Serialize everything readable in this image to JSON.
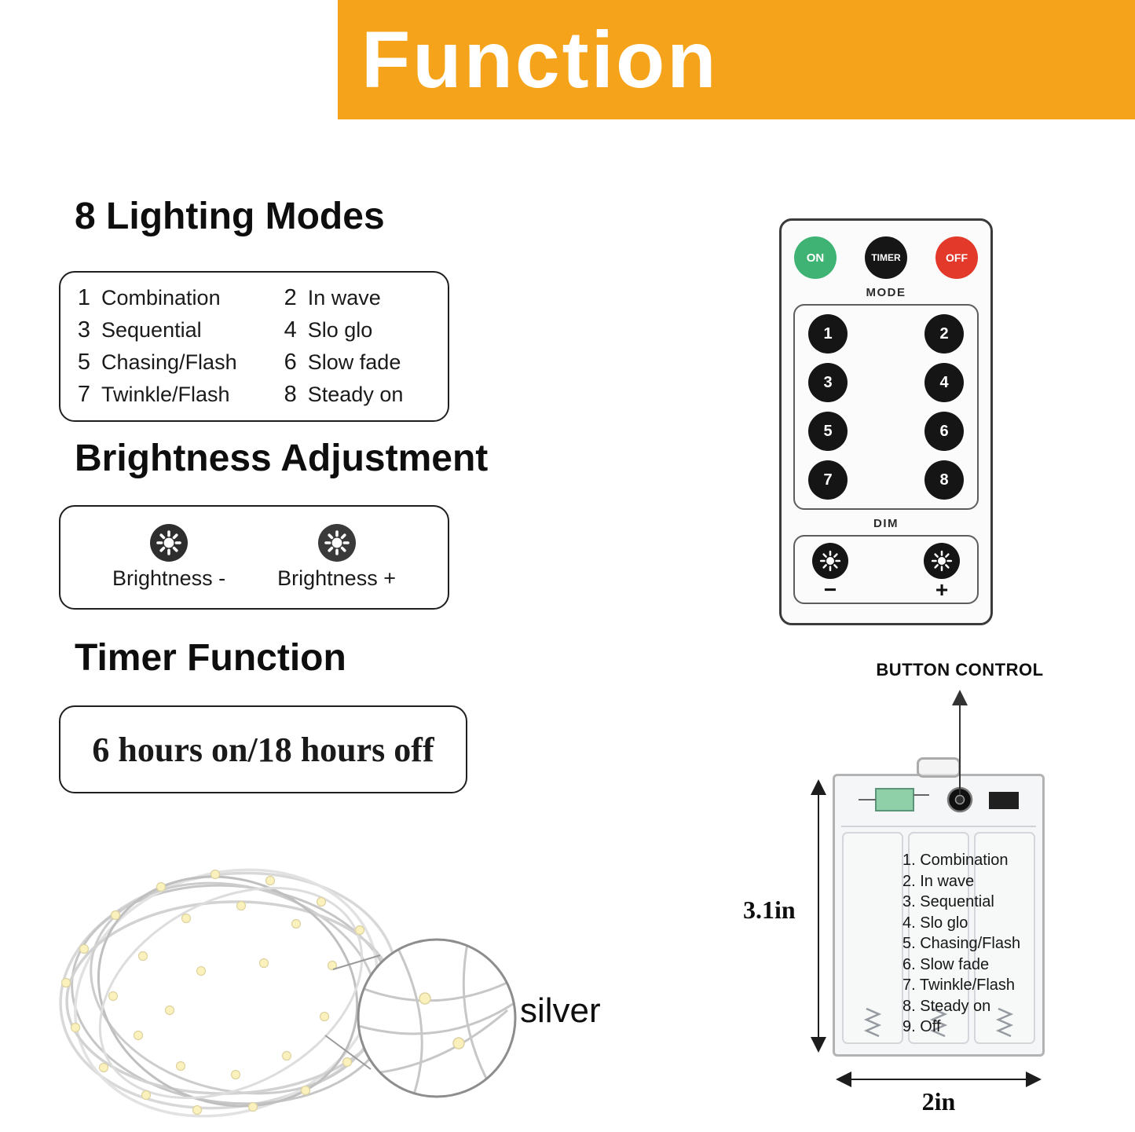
{
  "header": {
    "title": "Function",
    "banner_color": "#F5A31B"
  },
  "lighting": {
    "heading": "8 Lighting Modes",
    "modes": [
      {
        "num": "1",
        "label": "Combination"
      },
      {
        "num": "2",
        "label": "In wave"
      },
      {
        "num": "3",
        "label": "Sequential"
      },
      {
        "num": "4",
        "label": "Slo glo"
      },
      {
        "num": "5",
        "label": "Chasing/Flash"
      },
      {
        "num": "6",
        "label": "Slow fade"
      },
      {
        "num": "7",
        "label": "Twinkle/Flash"
      },
      {
        "num": "8",
        "label": "Steady on"
      }
    ]
  },
  "brightness": {
    "heading": "Brightness Adjustment",
    "minus_label": "Brightness -",
    "plus_label": "Brightness +"
  },
  "timer": {
    "heading": "Timer Function",
    "text": "6 hours on/18 hours off"
  },
  "product": {
    "wire_color_label": "silver"
  },
  "remote": {
    "on_label": "ON",
    "timer_label": "TIMER",
    "off_label": "OFF",
    "mode_label": "MODE",
    "mode_buttons": [
      "1",
      "2",
      "3",
      "4",
      "5",
      "6",
      "7",
      "8"
    ],
    "dim_label": "DIM",
    "dim_minus": "−",
    "dim_plus": "+",
    "on_color": "#3eb374",
    "off_color": "#e2392b"
  },
  "battery_box": {
    "pointer_label": "BUTTON CONTROL",
    "mode_list": [
      "1. Combination",
      "2. In wave",
      "3. Sequential",
      "4. Slo glo",
      "5. Chasing/Flash",
      "6. Slow fade",
      "7. Twinkle/Flash",
      "8. Steady on",
      "9. Off"
    ],
    "height_dim": "3.1in",
    "width_dim": "2in"
  }
}
